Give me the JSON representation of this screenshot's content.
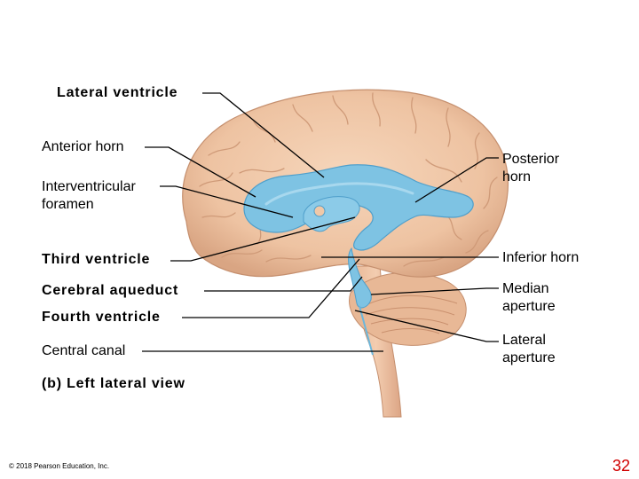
{
  "labels": {
    "lateral_ventricle": "Lateral ventricle",
    "anterior_horn": "Anterior horn",
    "interventricular_foramen_line1": "Interventricular",
    "interventricular_foramen_line2": "foramen",
    "third_ventricle": "Third ventricle",
    "cerebral_aqueduct": "Cerebral aqueduct",
    "fourth_ventricle": "Fourth ventricle",
    "central_canal": "Central canal",
    "posterior_horn_line1": "Posterior",
    "posterior_horn_line2": "horn",
    "inferior_horn": "Inferior horn",
    "median_aperture_line1": "Median",
    "median_aperture_line2": "aperture",
    "lateral_aperture_line1": "Lateral",
    "lateral_aperture_line2": "aperture"
  },
  "caption": "(b) Left lateral view",
  "copyright": "© 2018 Pearson Education, Inc.",
  "page_number": "32",
  "colors": {
    "brain": "#f0c8a8",
    "brain_shade": "#d9a583",
    "cerebellum": "#e8b896",
    "ventricle": "#7ec3e3",
    "ventricle_shade": "#5aa9d1",
    "page_number": "#d00000"
  }
}
